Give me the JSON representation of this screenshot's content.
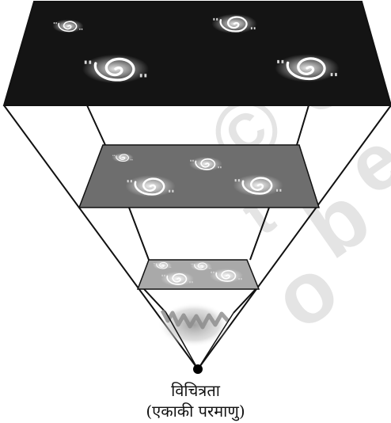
{
  "diagram": {
    "caption_line1": "विचित्रता",
    "caption_line2": "(एकाकी परमाणु)",
    "watermark_glyphs": [
      "©",
      "o",
      "t",
      "o",
      "b",
      "e"
    ],
    "colors": {
      "top_plane": "#141414",
      "middle_plane": "#6e6e6e",
      "bottom_plane": "#a9a9a9",
      "outline": "#111111",
      "galaxy": "#ffffff",
      "singularity": "#000000",
      "watermark": "#dcdcdc"
    },
    "icons": [
      "spiral-galaxy-icon",
      "singularity-dot-icon",
      "cosmic-fog-icon"
    ]
  }
}
